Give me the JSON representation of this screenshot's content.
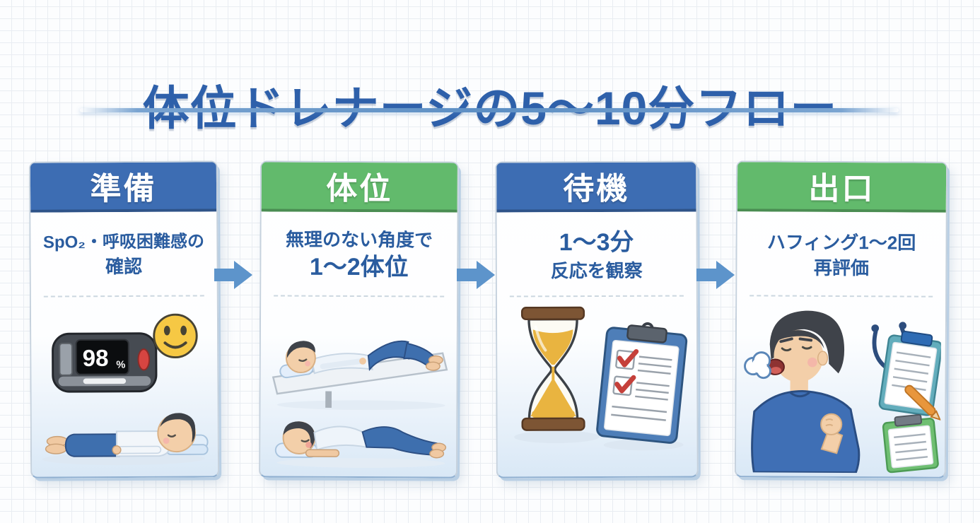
{
  "title": "体位ドレナージの5〜10分フロー",
  "colors": {
    "title_text": "#2e60aa",
    "step_text": "#2a5c9f",
    "header_blue": "#3d6db3",
    "header_green": "#62ba6c",
    "arrow": "#5d94cb",
    "card_background_bottom": "#d9e8f6"
  },
  "oximeter": {
    "value": "98",
    "unit": "%"
  },
  "steps": [
    {
      "header": "準備",
      "header_color": "#3d6db3",
      "line1": "SpO₂・呼吸困難感の",
      "line2": "確認",
      "illustration": "pulse-oximeter, smiley-face, patient-lying-supine"
    },
    {
      "header": "体位",
      "header_color": "#62ba6c",
      "line1": "無理のない角度で",
      "line2": "1〜2体位",
      "illustration": "patient-on-inclined-bed, patient-prone-on-pillow"
    },
    {
      "header": "待機",
      "header_color": "#3d6db3",
      "line1": "1〜3分",
      "line2": "反応を観察",
      "illustration": "hourglass, checklist-clipboard"
    },
    {
      "header": "出口",
      "header_color": "#62ba6c",
      "line1": "ハフィング1〜2回",
      "line2": "再評価",
      "illustration": "huffing-person, stethoscope, clipboard-with-pen, green-clipboard"
    }
  ]
}
